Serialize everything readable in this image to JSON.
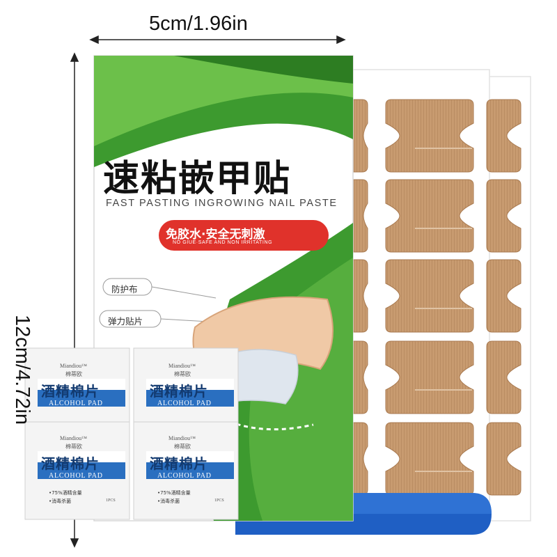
{
  "dimensions": {
    "width_label": "5cm/1.96in",
    "height_label": "12cm/4.72in"
  },
  "box": {
    "title_cn": "速粘嵌甲贴",
    "title_en": "FAST PASTING INGROWING NAIL PASTE",
    "badge_cn": "免胶水·安全无刺激",
    "badge_en": "NO GIUE·SAFE AND NON IRRITATING",
    "callout_fabric": "防护布",
    "callout_elastic": "弹力贴片"
  },
  "alcohol_pad": {
    "brand": "Miandiou™",
    "brand_cn": "棉蒂欧",
    "name_cn": "酒精棉片",
    "name_en": "ALCOHOL PAD",
    "spec": "•75%酒精含量",
    "use": "•消毒杀菌",
    "count": "1PCS"
  },
  "colors": {
    "green": "#3d9a2f",
    "red_badge": "#e0322b",
    "patch_tan": "#c79a6e",
    "pad_blue": "#2a6fc0",
    "file_blue": "#1f5fc4"
  }
}
